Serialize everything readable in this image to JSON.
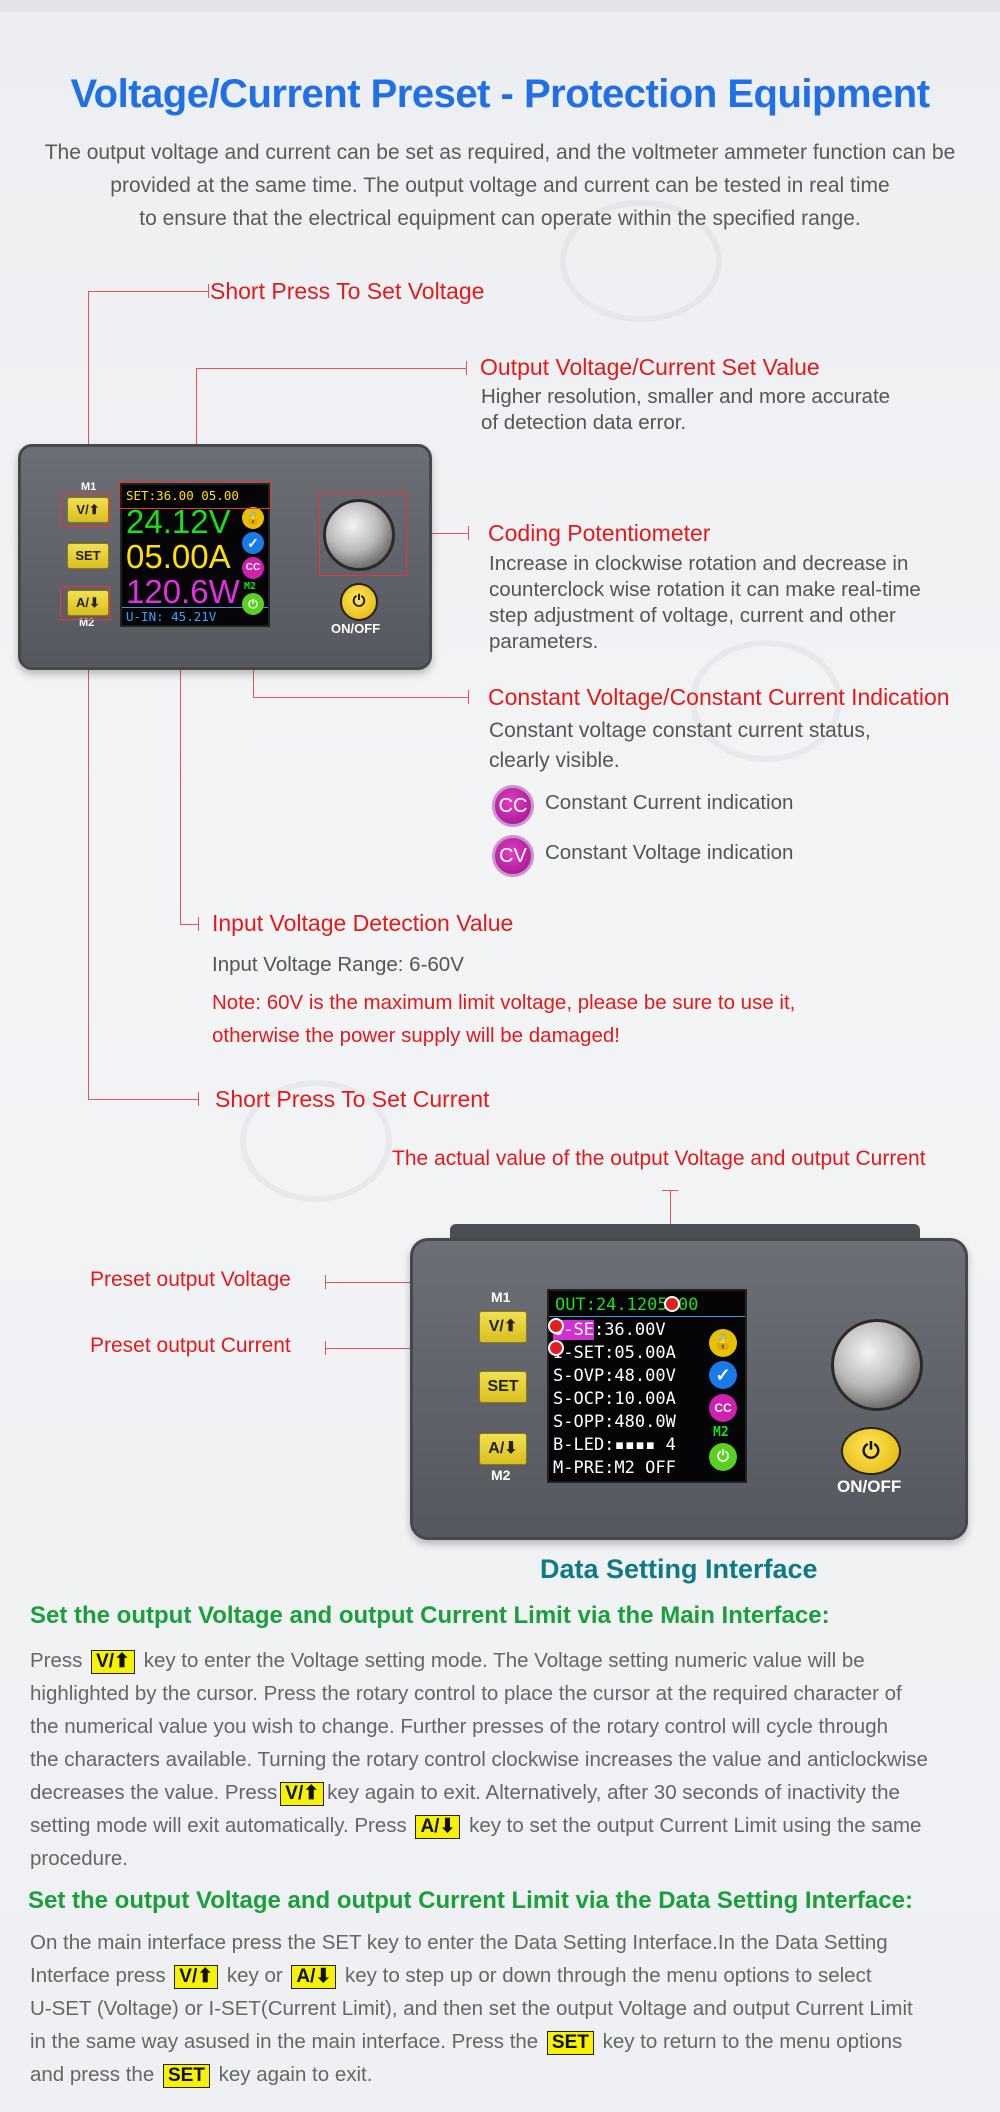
{
  "title": "Voltage/Current Preset - Protection Equipment",
  "intro": [
    "The output voltage and current can be set as required, and the voltmeter ammeter function can be",
    "provided at the same time. The output voltage and current can be tested in real time",
    "to ensure that the electrical equipment can operate within the specified range."
  ],
  "callouts": {
    "short_press_voltage": "Short Press To Set Voltage",
    "output_set_value": {
      "label": "Output Voltage/Current Set Value",
      "desc": [
        "Higher resolution, smaller and more accurate",
        "of detection data error."
      ]
    },
    "coding_pot": {
      "label": "Coding Potentiometer",
      "desc": [
        "Increase in clockwise rotation and decrease in",
        "counterclock wise rotation it can make real-time",
        "step adjustment of voltage, current and other",
        "parameters."
      ]
    },
    "cv_cc": {
      "label": "Constant Voltage/Constant Current Indication",
      "desc": [
        "Constant voltage constant current status,",
        "clearly visible."
      ],
      "cc_icon": "CC",
      "cc_text": "Constant Current indication",
      "cv_icon": "CV",
      "cv_text": "Constant Voltage indication"
    },
    "input_voltage": {
      "label": "Input Voltage Detection Value",
      "range": "Input Voltage Range: 6-60V",
      "note": [
        "Note: 60V is the maximum limit voltage, please be sure to use it,",
        "otherwise the power supply will be damaged!"
      ]
    },
    "short_press_current": "Short Press To Set Current"
  },
  "device1": {
    "m1": "M1",
    "m2": "M2",
    "k_v": "V/⬆",
    "k_set": "SET",
    "k_a": "A/⬇",
    "onoff": "ON/OFF",
    "set_line": "SET:36.00 05.00",
    "volt": "24.12V",
    "amp": "05.00A",
    "watt": "120.6W",
    "uin": "U-IN: 45.21V",
    "cc": "CC",
    "m2tag": "M2"
  },
  "device2": {
    "actual_label": "The actual value of the output Voltage and output Current",
    "preset_v": "Preset output Voltage",
    "preset_c": "Preset output Current",
    "m1": "M1",
    "m2": "M2",
    "k_v": "V/⬆",
    "k_set": "SET",
    "k_a": "A/⬇",
    "onoff": "ON/OFF",
    "lines": [
      ":36.00V",
      "I-SET:05.00A",
      "S-OVP:48.00V",
      "S-OCP:10.00A",
      "S-OPP:480.0W",
      "B-LED:▪▪▪▪ 4",
      "M-PRE:M2 OFF"
    ],
    "out_a": "OUT:24.12",
    "out_b": "05.00",
    "useg": "U-SE",
    "cc": "CC",
    "m2tag": "M2",
    "caption": "Data Setting Interface"
  },
  "section1": {
    "heading": "Set the output Voltage and output Current Limit via the Main Interface:",
    "p": [
      "Press",
      "key to enter the Voltage setting mode. The Voltage setting numeric value will be",
      "highlighted by the cursor. Press the rotary control to place the cursor at the required character of",
      "the numerical value you wish to change. Further presses of the rotary control will cycle through",
      "the characters available. Turning the rotary control clockwise increases the value and anticlockwise",
      "decreases the value. Press",
      "key again to exit. Alternatively, after 30 seconds of inactivity the",
      "setting mode will exit automatically. Press",
      "key to set the output Current Limit using the same",
      "procedure."
    ]
  },
  "section2": {
    "heading": "Set the output Voltage and output Current Limit via the Data Setting Interface:",
    "p": [
      "On the main interface press the SET key to enter the Data Setting Interface.In the Data Setting",
      "Interface press",
      "key or",
      "key to step up or down through the menu options to select",
      "U-SET (Voltage) or I-SET(Current Limit), and then set the output Voltage and output Current Limit",
      "in the same way asused in the main interface. Press the",
      "key to return to the menu options",
      "and press the",
      "key again to exit."
    ]
  },
  "keys": {
    "v": "V/⬆",
    "a": "A/⬇",
    "set": "SET"
  }
}
